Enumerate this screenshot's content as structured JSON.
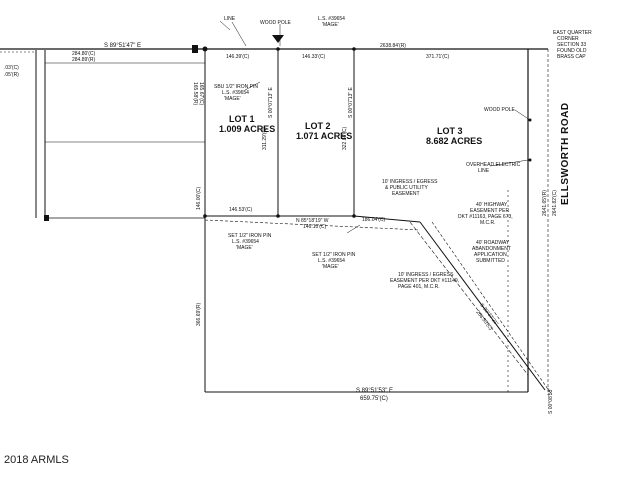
{
  "labels": {
    "line_top": "LINE",
    "wood_pole_top": "WOOD POLE",
    "ls_top_1": "L.S. #39654",
    "ls_top_2": "'MAGE'",
    "east_quarter_1": "EAST QUARTER",
    "east_quarter_2": "CORNER",
    "east_quarter_3": "SECTION 33",
    "east_quarter_4": "FOUND OLD",
    "east_quarter_5": "BRASS CAP",
    "top_bearing": "S 89°51'47\" E",
    "dim_top_1": "146.39'(C)",
    "dim_top_2": "146.33'(C)",
    "dim_top_3": "2638.84'(R)",
    "dim_top_4": "371.71'(C)",
    "dim_left_1": "284.80'(C)",
    "dim_left_2": "284.89'(R)",
    "dim_left_3": ".03'(C)",
    "dim_left_4": ".05'(R)",
    "pin_1a": "SBU 1/2\" IRON PIN",
    "pin_1b": "L.S. #39654",
    "pin_1c": "'MAGE'",
    "dim_165": "165.67'(C)",
    "dim_165b": "165.58'(R)",
    "lot1_name": "LOT 1",
    "lot1_area": "1.009 ACRES",
    "lot2_name": "LOT 2",
    "lot2_area": "1.071 ACRES",
    "lot3_name": "LOT 3",
    "lot3_area": "8.682 ACRES",
    "lot2_bearing": "S 00°07'13\" E",
    "lot2_dim": "311.29'(C)",
    "lot3_bearing": "S 00°07'13\" E",
    "lot3_dim": "322.88'(C)",
    "wood_pole_right": "WOOD POLE",
    "overhead_1": "OVERHEAD ELECTRIC",
    "overhead_2": "LINE",
    "road_name": "ELLSWORTH ROAD",
    "ingress_1": "10' INGRESS / EGRESS",
    "ingress_2": "& PUBLIC UTILITY",
    "ingress_3": "EASEMENT",
    "dim_146_left": "146.00'(C)",
    "dim_146_mid": "146.53'(C)",
    "dim_mid_bearing": "N 85°18'19\" W",
    "dim_mid_dim": "146.10'(C)",
    "dim_186": "186.04'(C)",
    "dim_right_1": "2641.65'(R)",
    "dim_right_2": "2641.82'(C)",
    "highway_1": "40' HIGHWAY",
    "highway_2": "EASEMENT PER",
    "highway_3": "DKT #11163, PAGE 673,",
    "highway_4": "M.C.R.",
    "roadway_1": "40' ROADWAY",
    "roadway_2": "ABANDONMENT",
    "roadway_3": "APPLICATION",
    "roadway_4": "SUBMITTED",
    "set_left_1": "SET 1/2\" IRON PIN",
    "set_left_2": "L.S. #39654",
    "set_left_3": "'MAGE'",
    "set_mid_1": "SET 1/2\" IRON PIN",
    "set_mid_2": "L.S. #39654",
    "set_mid_3": "'MAGE'",
    "ingress_lower_1": "10' INGRESS / EGRESS",
    "ingress_lower_2": "EASEMENT PER DKT #11149,",
    "ingress_lower_3": "PAGE 401, M.C.R.",
    "dim_left_low": "366.69'(R)",
    "diag_1": "S 30°37'21\"",
    "diag_2": "268.55'(C)",
    "bottom_bearing": "S 89°51'53\" E",
    "bottom_dim": "659.75'(C)",
    "corner_bottom": "S 00°08'53\"",
    "copyright": "2018 ARMLS"
  }
}
